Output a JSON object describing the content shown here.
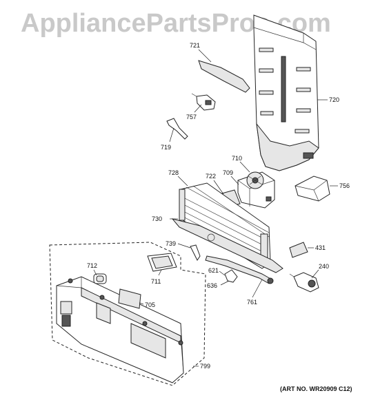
{
  "watermark": "AppliancePartsPros.com",
  "art_number": "(ART NO. WR20909 C12)",
  "callouts": {
    "p721": "721",
    "p720": "720",
    "p757": "757",
    "p719": "719",
    "p710": "710",
    "p728": "728",
    "p722": "722",
    "p709": "709",
    "p756": "756",
    "p730": "730",
    "p739": "739",
    "p431": "431",
    "p712": "712",
    "p711": "711",
    "p621": "621",
    "p240": "240",
    "p636": "636",
    "p705": "705",
    "p761": "761",
    "p799": "799"
  }
}
